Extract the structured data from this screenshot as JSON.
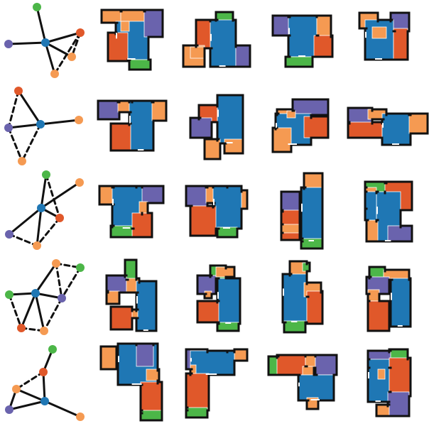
{
  "colors": {
    "living": "#1f77b4",
    "bedroom": "#e0582a",
    "kitchen": "#6a63ad",
    "bath": "#f59a52",
    "entrance": "#4cb648",
    "outline": "#111111",
    "edge": "#111111",
    "door": "#ffffff"
  },
  "legend_colors_order": [
    "living",
    "bedroom",
    "kitchen",
    "bath",
    "entrance"
  ],
  "edge_styles": {
    "solid": "adjacent-and-connected",
    "dashed": "adjacent-only"
  },
  "rows": [
    {
      "graph": {
        "nodes": [
          {
            "type": "entrance"
          },
          {
            "type": "living"
          },
          {
            "type": "kitchen"
          },
          {
            "type": "bedroom"
          },
          {
            "type": "bath"
          },
          {
            "type": "bath"
          }
        ],
        "edges": [
          {
            "a": 0,
            "b": 1,
            "style": "solid"
          },
          {
            "a": 1,
            "b": 2,
            "style": "solid"
          },
          {
            "a": 1,
            "b": 3,
            "style": "solid"
          },
          {
            "a": 1,
            "b": 4,
            "style": "solid"
          },
          {
            "a": 1,
            "b": 5,
            "style": "solid"
          },
          {
            "a": 3,
            "b": 4,
            "style": "dashed"
          },
          {
            "a": 3,
            "b": 5,
            "style": "dashed"
          }
        ]
      },
      "layouts": 4
    },
    {
      "graph": {
        "nodes": [
          {
            "type": "bedroom"
          },
          {
            "type": "kitchen"
          },
          {
            "type": "living"
          },
          {
            "type": "bath"
          },
          {
            "type": "bath"
          }
        ],
        "edges": [
          {
            "a": 0,
            "b": 1,
            "style": "dashed"
          },
          {
            "a": 0,
            "b": 2,
            "style": "solid"
          },
          {
            "a": 1,
            "b": 2,
            "style": "solid"
          },
          {
            "a": 2,
            "b": 3,
            "style": "solid"
          },
          {
            "a": 1,
            "b": 4,
            "style": "dashed"
          },
          {
            "a": 2,
            "b": 4,
            "style": "dashed"
          }
        ]
      },
      "layouts": 4
    },
    {
      "graph": {
        "nodes": [
          {
            "type": "entrance"
          },
          {
            "type": "bath"
          },
          {
            "type": "living"
          },
          {
            "type": "bedroom"
          },
          {
            "type": "kitchen"
          },
          {
            "type": "bath"
          }
        ],
        "edges": [
          {
            "a": 0,
            "b": 2,
            "style": "solid"
          },
          {
            "a": 1,
            "b": 2,
            "style": "solid"
          },
          {
            "a": 2,
            "b": 3,
            "style": "solid"
          },
          {
            "a": 2,
            "b": 4,
            "style": "solid"
          },
          {
            "a": 2,
            "b": 5,
            "style": "solid"
          },
          {
            "a": 0,
            "b": 3,
            "style": "dashed"
          },
          {
            "a": 4,
            "b": 5,
            "style": "dashed"
          },
          {
            "a": 3,
            "b": 5,
            "style": "dashed"
          }
        ]
      },
      "layouts": 4
    },
    {
      "graph": {
        "nodes": [
          {
            "type": "bath"
          },
          {
            "type": "entrance"
          },
          {
            "type": "entrance"
          },
          {
            "type": "living"
          },
          {
            "type": "kitchen"
          },
          {
            "type": "bedroom"
          },
          {
            "type": "bath"
          }
        ],
        "edges": [
          {
            "a": 0,
            "b": 1,
            "style": "dashed"
          },
          {
            "a": 0,
            "b": 3,
            "style": "solid"
          },
          {
            "a": 0,
            "b": 4,
            "style": "dashed"
          },
          {
            "a": 1,
            "b": 4,
            "style": "dashed"
          },
          {
            "a": 2,
            "b": 3,
            "style": "solid"
          },
          {
            "a": 3,
            "b": 4,
            "style": "solid"
          },
          {
            "a": 3,
            "b": 5,
            "style": "solid"
          },
          {
            "a": 3,
            "b": 6,
            "style": "solid"
          },
          {
            "a": 2,
            "b": 5,
            "style": "dashed"
          },
          {
            "a": 5,
            "b": 6,
            "style": "dashed"
          },
          {
            "a": 4,
            "b": 6,
            "style": "dashed"
          }
        ]
      },
      "layouts": 4
    },
    {
      "graph": {
        "nodes": [
          {
            "type": "entrance"
          },
          {
            "type": "bedroom"
          },
          {
            "type": "bath"
          },
          {
            "type": "living"
          },
          {
            "type": "kitchen"
          },
          {
            "type": "bath"
          }
        ],
        "edges": [
          {
            "a": 0,
            "b": 1,
            "style": "solid"
          },
          {
            "a": 1,
            "b": 3,
            "style": "solid"
          },
          {
            "a": 1,
            "b": 2,
            "style": "dashed"
          },
          {
            "a": 2,
            "b": 3,
            "style": "solid"
          },
          {
            "a": 3,
            "b": 4,
            "style": "solid"
          },
          {
            "a": 3,
            "b": 5,
            "style": "solid"
          },
          {
            "a": 2,
            "b": 4,
            "style": "solid"
          }
        ]
      },
      "layouts": 4
    }
  ]
}
